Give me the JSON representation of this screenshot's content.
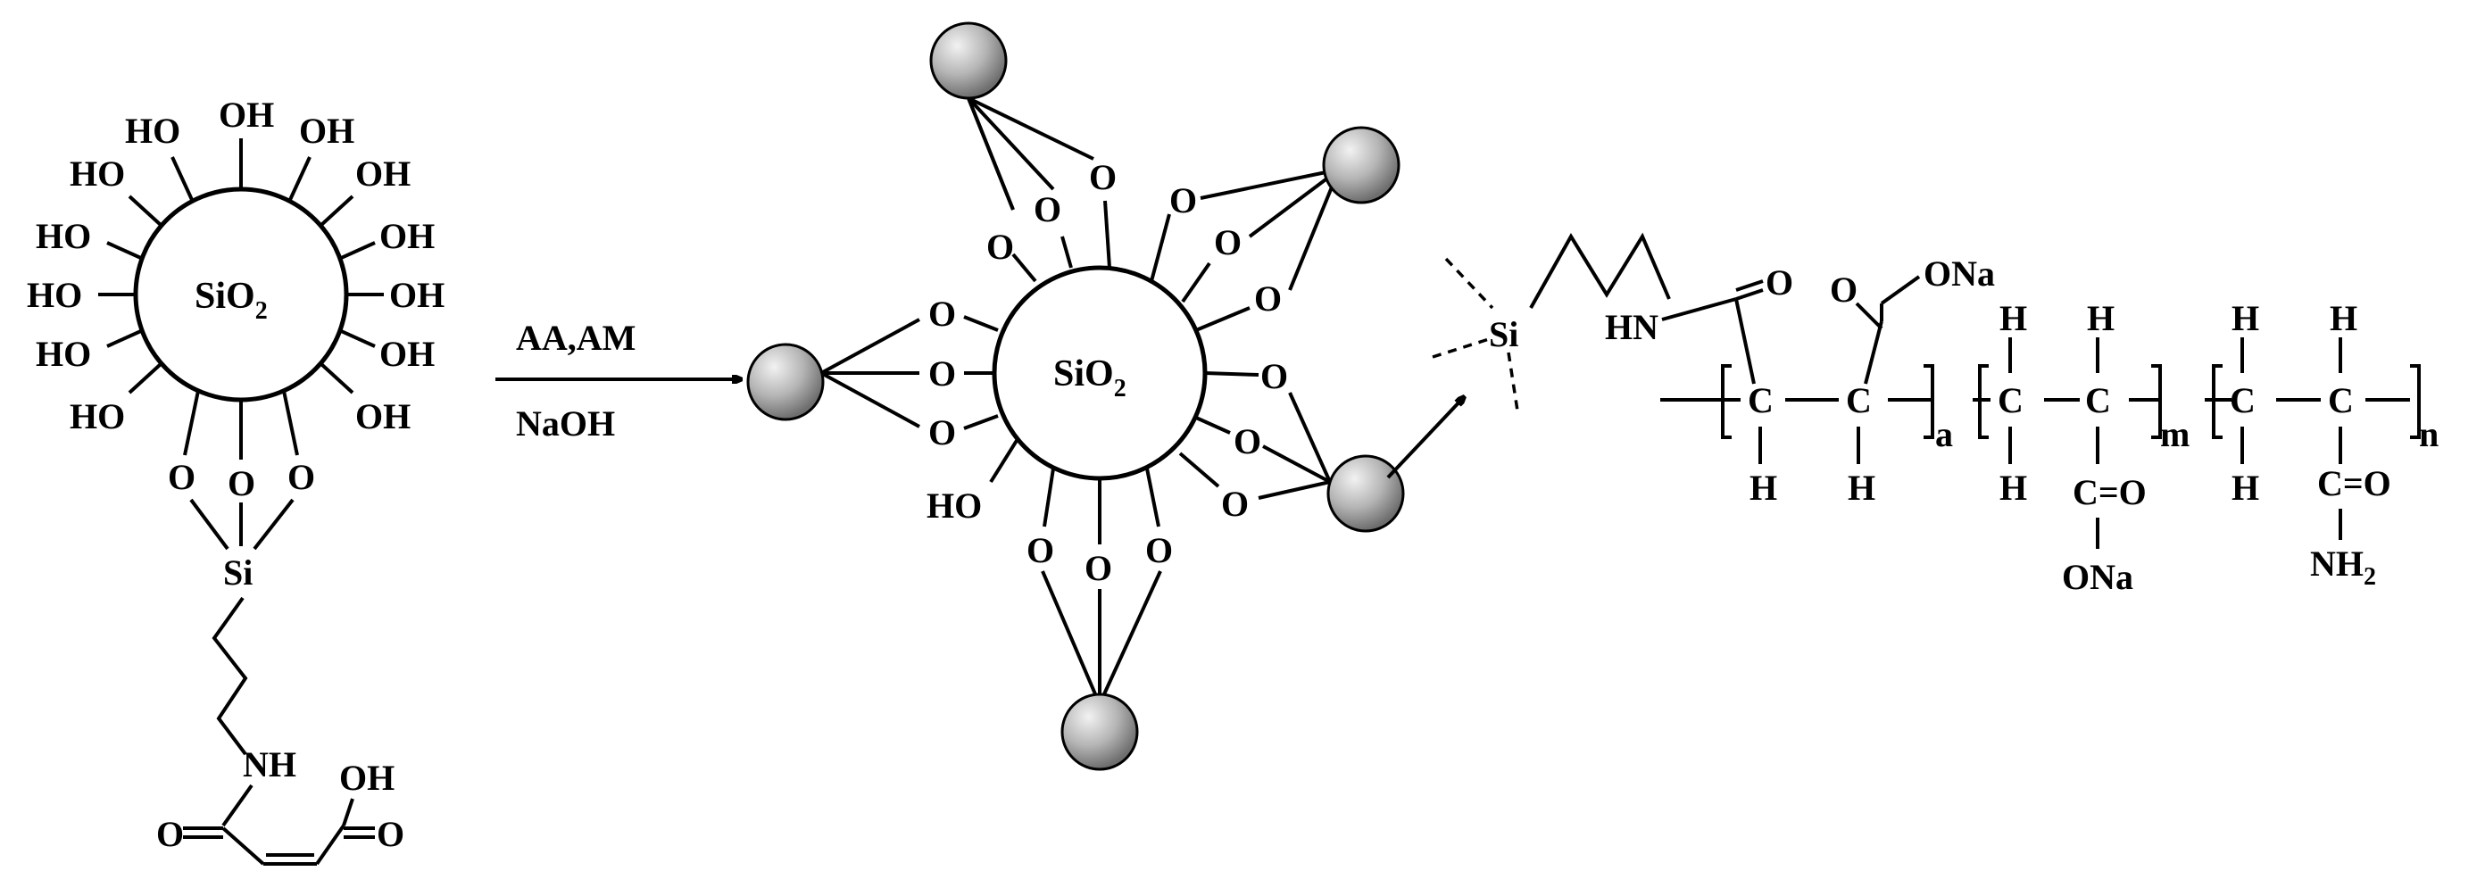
{
  "reactant": {
    "core_label": "SiO",
    "core_label_sub": "2",
    "hydroxyl": "HO",
    "hydroxyl_right": "OH",
    "oxygen": "O",
    "silicon": "Si",
    "amide_nh": "NH",
    "acid_oh": "OH",
    "carbonyl_left": "O=",
    "carbonyl_right": "=O"
  },
  "reaction_arrow": {
    "reagents_top": "AA,AM",
    "reagents_bottom": "NaOH"
  },
  "product_particle": {
    "core_label": "SiO",
    "core_label_sub": "2",
    "oxygen": "O",
    "hydroxyl": "HO"
  },
  "polymer_chain": {
    "silicon": "Si",
    "amide_hn": "HN",
    "carbonyl_o": "O",
    "ona_top": "ONa",
    "carbon": "C",
    "hydrogen": "H",
    "subscript_a": "a",
    "subscript_m": "m",
    "subscript_n": "n",
    "carboxylate": "C=O",
    "ona_bottom": "ONa",
    "amide_co": "C=O",
    "nh2": "NH",
    "nh2_sub": "2"
  }
}
